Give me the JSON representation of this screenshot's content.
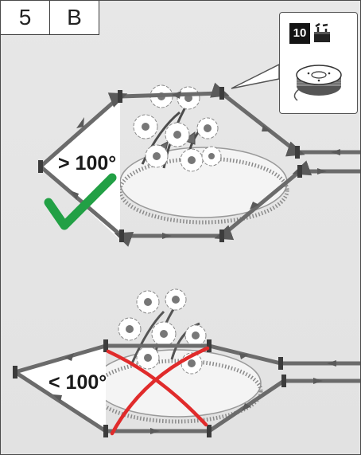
{
  "step": {
    "number": "5",
    "letter": "B"
  },
  "inset": {
    "badge": "10",
    "badge_icon": "tool-box-icon",
    "item_icon": "wire-spool-icon"
  },
  "panels": [
    {
      "angle_label": "> 100°",
      "verdict": "correct",
      "verdict_icon": "checkmark-icon",
      "color": "#22a045"
    },
    {
      "angle_label": "< 100°",
      "verdict": "incorrect",
      "verdict_icon": "cross-icon",
      "color": "#e02b2b"
    }
  ]
}
